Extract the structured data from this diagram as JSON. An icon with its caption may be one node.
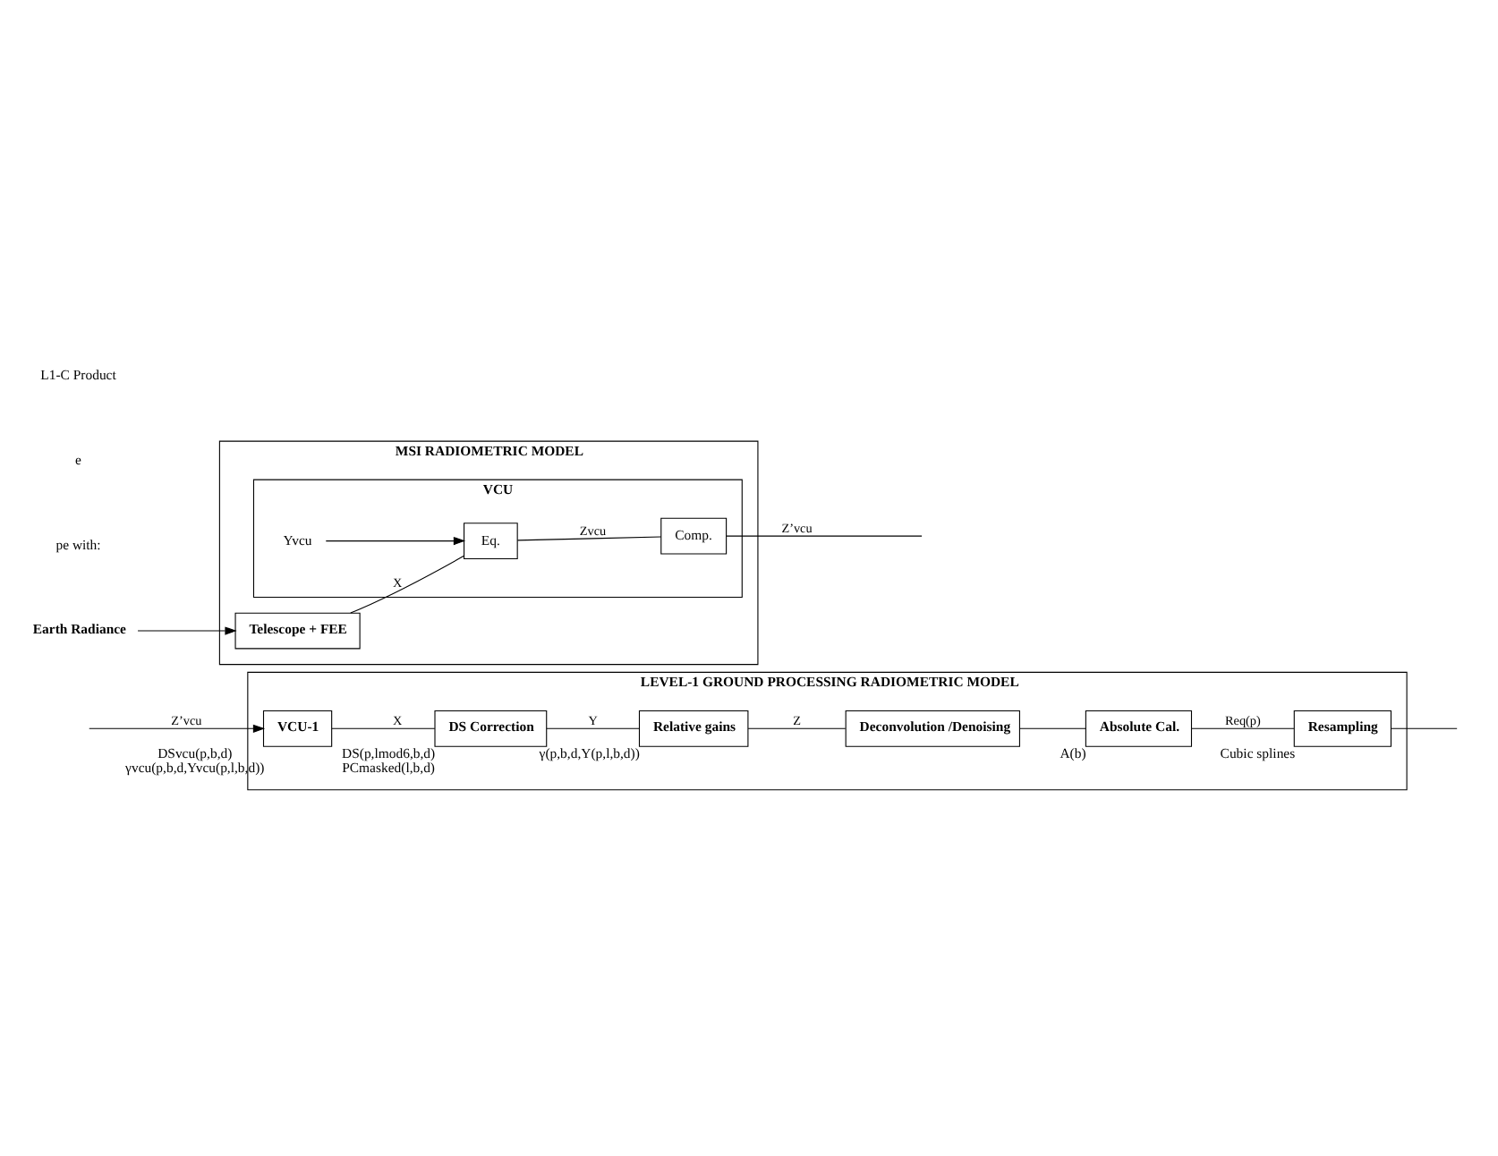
{
  "diagram": {
    "nodes": [
      {
        "text": [
          "MSI RADIOMETRIC MODEL"
        ]
      },
      {
        "text": [
          "Earth Radiance"
        ]
      },
      {
        "text": [
          "Telescope + FEE"
        ],
        "in": 0
      },
      {
        "text": [
          "VCU"
        ],
        "in": 0
      },
      {
        "text": [
          "Yvcu"
        ],
        "in": 3
      },
      {
        "text": [
          "Eq."
        ],
        "in": 3
      },
      {
        "text": [
          "Comp."
        ],
        "in": 3
      },
      {
        "text": [
          "LEVEL-1 GROUND PROCESSING RADIOMETRIC MODEL"
        ]
      },
      {
        "text": [
          "VCU-1"
        ],
        "in": 7,
        "beside": [
          "DSvcu(p,b,d)",
          "γvcu(p,b,d,Yvcu(p,l,b,d))"
        ]
      },
      {
        "text": [
          "DS Correction"
        ],
        "in": 7,
        "beside": [
          "DS(p,lmod6,b,d)",
          "PCmasked(l,b,d)"
        ]
      },
      {
        "text": [
          "Relative gains"
        ],
        "in": 7,
        "beside": [
          "γ(p,b,d,Y(p,l,b,d))"
        ]
      },
      {
        "text": [
          "Deconvolution /Denoising"
        ],
        "in": 7
      },
      {
        "text": [
          "Absolute Cal."
        ],
        "in": 7,
        "beside": [
          "A(b)"
        ]
      },
      {
        "text": [
          "Resampling"
        ],
        "in": 7,
        "beside": [
          "Cubic splines"
        ]
      }
    ],
    "edges": [
      {
        "from": 1,
        "to": 2,
        "arrow": "to"
      },
      {
        "from": 2,
        "to": 5,
        "arrow": "none",
        "label": "X"
      },
      {
        "from": 4,
        "to": 5,
        "arrow": "to"
      },
      {
        "from": 5,
        "to": 6,
        "arrow": "none",
        "label": "Zvcu"
      },
      {
        "from": 6,
        "to": null,
        "arrow": "none",
        "label": "Z’vcu"
      },
      {
        "from": null,
        "to": 8,
        "arrow": "to",
        "label": "Z’vcu"
      },
      {
        "from": 8,
        "to": 9,
        "arrow": "none",
        "label": "X"
      },
      {
        "from": 9,
        "to": 10,
        "arrow": "none",
        "label": "Y"
      },
      {
        "from": 10,
        "to": 11,
        "arrow": "none",
        "label": "Z"
      },
      {
        "from": 11,
        "to": 12,
        "arrow": "none"
      },
      {
        "from": 12,
        "to": 13,
        "arrow": "none",
        "label": "Req(p)"
      },
      {
        "from": 13,
        "to": null,
        "arrow": "none"
      }
    ],
    "labels": [
      "pe with:",
      "e",
      "L1-C Product"
    ]
  }
}
